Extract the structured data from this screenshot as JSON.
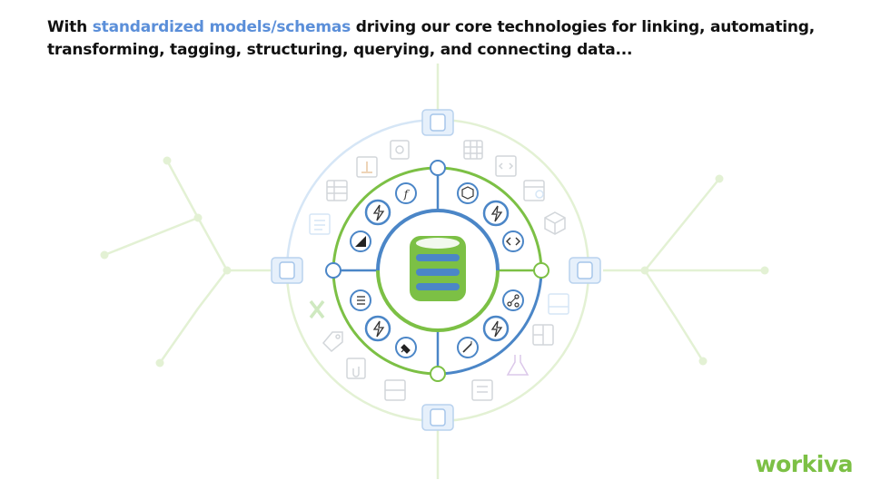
{
  "headline": {
    "before": "With ",
    "highlight": "standardized models/schemas",
    "after": " driving our core technologies for linking, automating, transforming, tagging, structuring, querying, and connecting data..."
  },
  "colors": {
    "highlight": "#5b8fd9",
    "green": "#7cc045",
    "blue": "#4b86c7",
    "faint_green": "#dcefc9",
    "faint_blue": "#d3e4f6"
  },
  "logo": {
    "text": "workiva",
    "color": "#7cc045"
  },
  "diagram": {
    "center_icon": "database-icon",
    "inner_ring_icons": [
      "function-icon",
      "bolt-icon",
      "chart-corner-icon",
      "cube-icon",
      "bolt-icon",
      "code-icon",
      "list-icon",
      "bolt-icon",
      "plug-icon",
      "share-icon",
      "bolt-icon",
      "magic-wand-icon"
    ],
    "outer_ring_icons": [
      "settings-doc-icon",
      "table-icon",
      "code-doc-icon",
      "template-icon",
      "cube-icon",
      "upload-icon",
      "spreadsheet-icon",
      "document-icon",
      "excel-icon",
      "tag-icon",
      "file-clip-icon",
      "layout-icon",
      "form-icon",
      "layout2-icon",
      "layout3-icon",
      "flask-icon"
    ],
    "hub_nodes": [
      "database-node-top",
      "database-node-left",
      "database-node-right",
      "database-node-bottom"
    ]
  }
}
